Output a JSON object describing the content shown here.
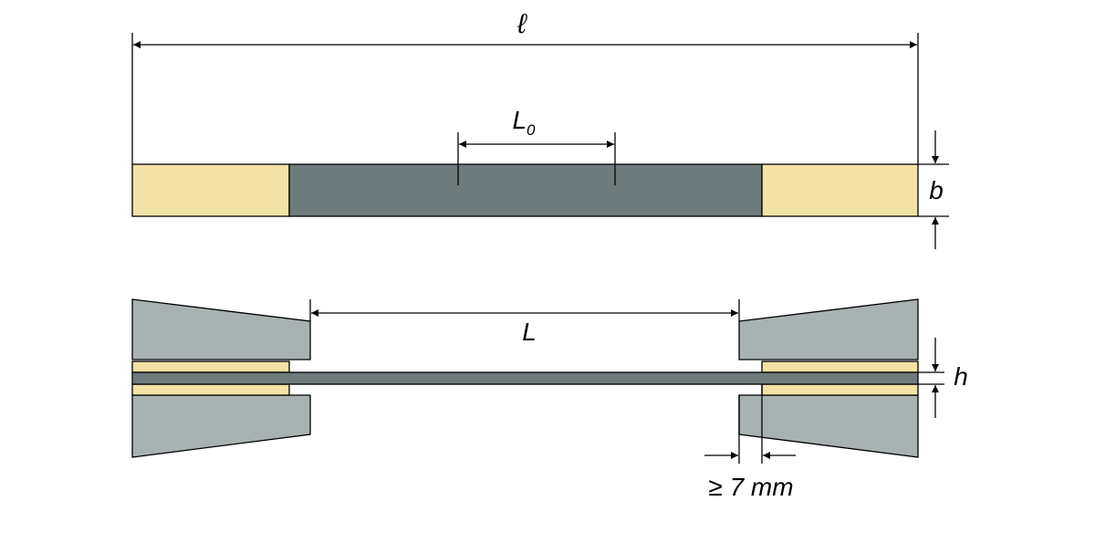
{
  "labels": {
    "overall_length": "ℓ",
    "gauge_length": "L",
    "gauge_length_sub": "0",
    "width": "b",
    "free_length": "L",
    "thickness": "h",
    "min_offset": "≥ 7 mm"
  },
  "colors": {
    "specimen": "#6e7b7c",
    "tab": "#f2e2a6",
    "grip": "#a8b2b2",
    "line": "#000000"
  }
}
